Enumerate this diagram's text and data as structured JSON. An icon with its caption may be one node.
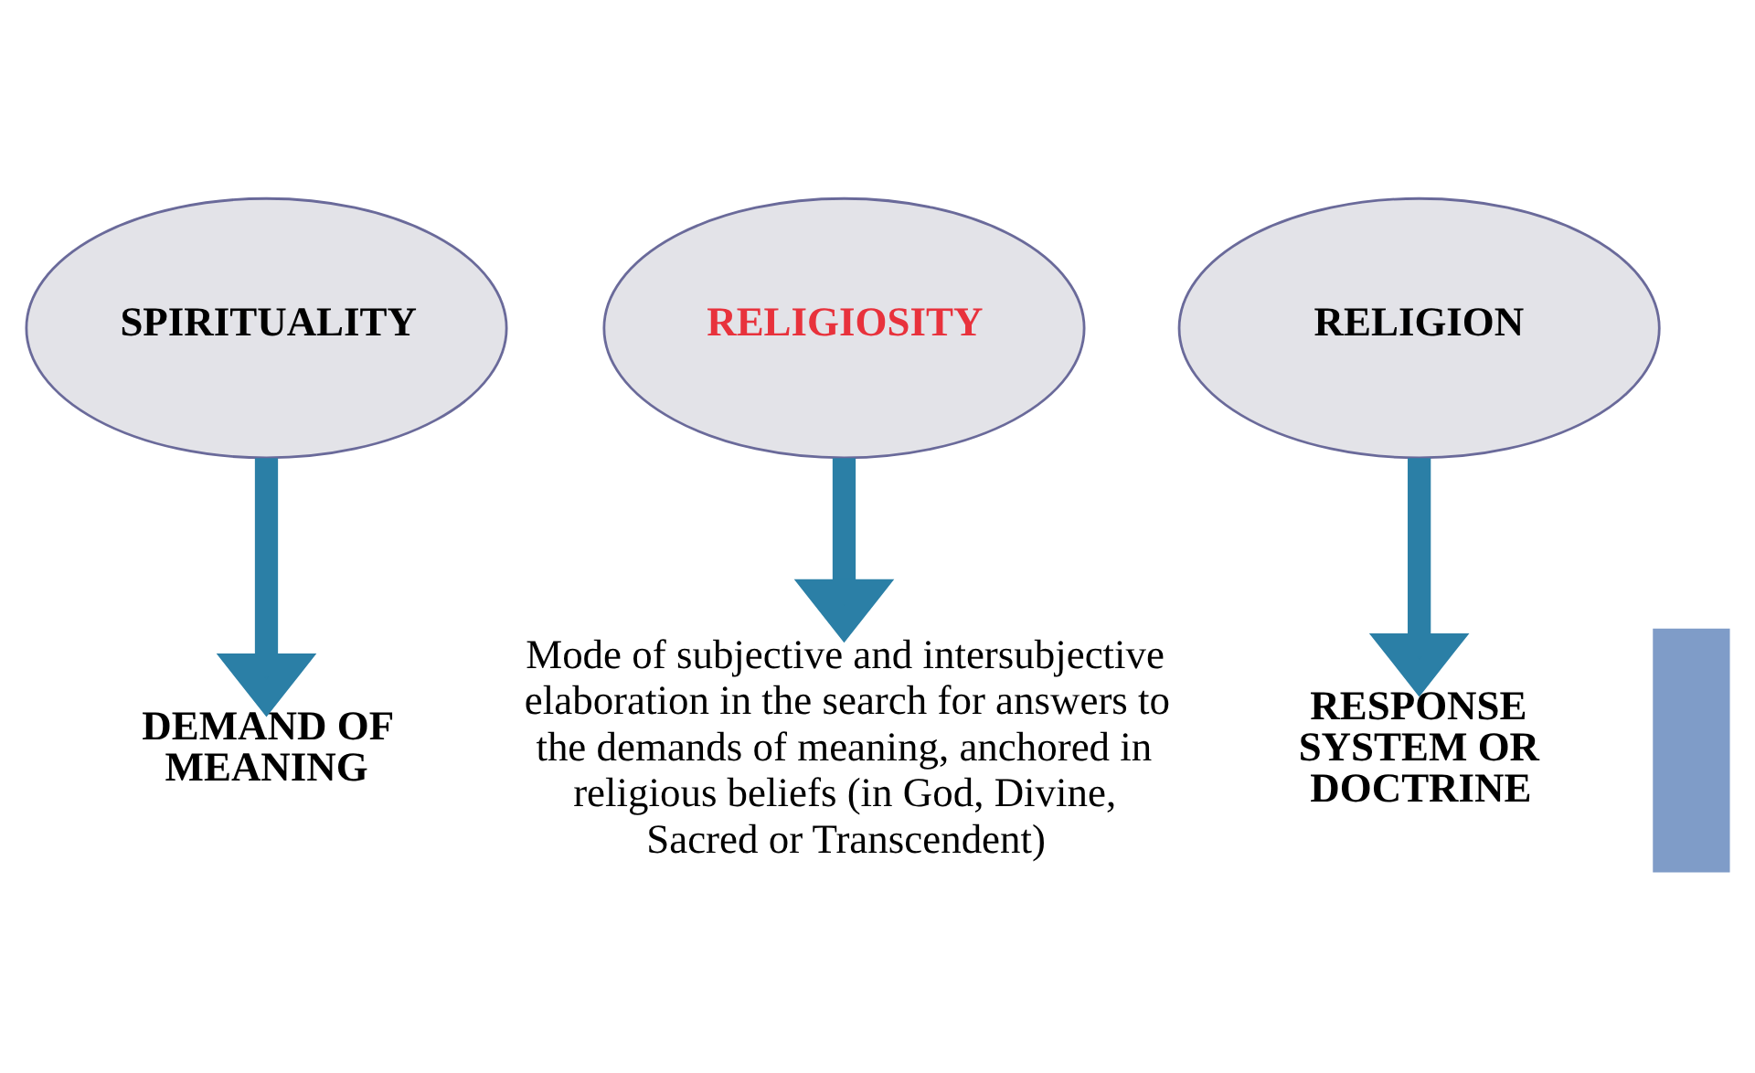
{
  "diagram": {
    "nodes": [
      {
        "text": [
          "SPIRITUALITY"
        ]
      },
      {
        "text": [
          "RELIGIOSITY"
        ]
      },
      {
        "text": [
          "RELIGION"
        ]
      },
      {
        "text": [
          "DEMAND OF MEANING"
        ]
      },
      {
        "text": [
          "Mode of subjective and intersubjective elaboration in the search for answers to the demands of meaning, anchored in religious beliefs (in God, Divine, Sacred or Transcendent)"
        ]
      },
      {
        "text": [
          "RESPONSE SYSTEM OR DOCTRINE"
        ]
      },
      {
        "text": [],
        "shape": "bar"
      }
    ],
    "edges": [
      {
        "from": 0,
        "to": 3,
        "arrow": "to"
      },
      {
        "from": 1,
        "to": 4,
        "arrow": "to"
      },
      {
        "from": 2,
        "to": 5,
        "arrow": "to"
      }
    ]
  }
}
